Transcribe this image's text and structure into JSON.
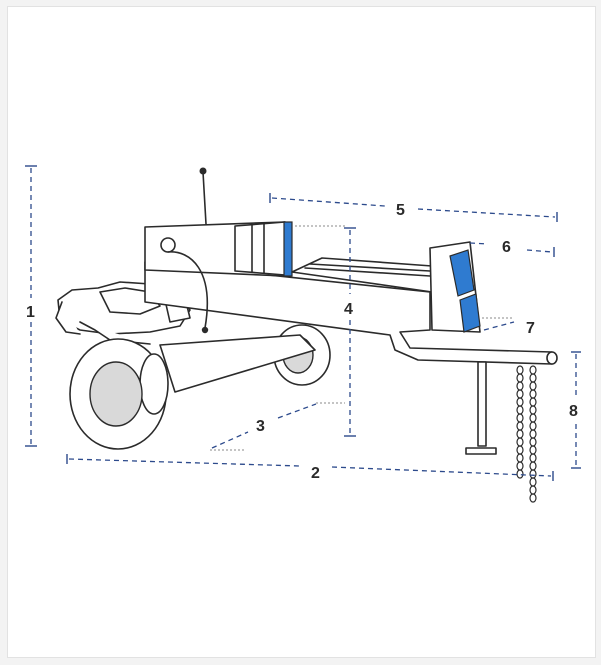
{
  "labels": {
    "dim_1": "1",
    "dim_2": "2",
    "dim_3": "3",
    "dim_4": "4",
    "dim_5": "5",
    "dim_6": "6",
    "dim_7": "7",
    "dim_8": "8"
  },
  "colors": {
    "dimension_line": "#2c4a8c",
    "wedge_accent": "#2f7bd0",
    "outline": "#2b2b2b"
  }
}
